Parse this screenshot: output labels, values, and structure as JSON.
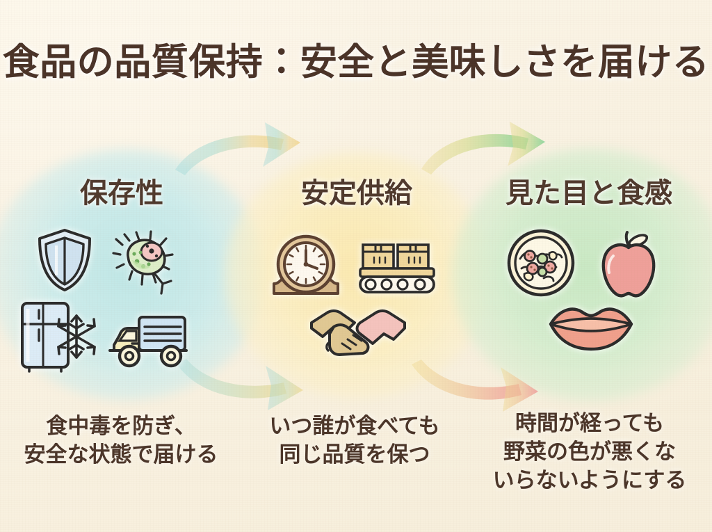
{
  "slide": {
    "title": "食品の品質保持：安全と美味しさを届ける",
    "background_color": "#fbf4e6",
    "title_color": "#4a3328"
  },
  "columns": [
    {
      "id": "preservation",
      "heading": "保存性",
      "caption": "食中毒を防ぎ、\n安全な状態で届ける",
      "blob_color": "#cdeceb",
      "icons": [
        {
          "name": "shield-icon",
          "label": "盾"
        },
        {
          "name": "bacteria-icon",
          "label": "細菌"
        },
        {
          "name": "refrigerator-snowflake-icon",
          "label": "冷蔵庫・雪の結晶"
        },
        {
          "name": "delivery-truck-icon",
          "label": "配送トラック"
        }
      ]
    },
    {
      "id": "stable-supply",
      "heading": "安定供給",
      "caption": "いつ誰が食べても\n同じ品質を保つ",
      "blob_color": "#fbeec1",
      "icons": [
        {
          "name": "mantel-clock-icon",
          "label": "置き時計"
        },
        {
          "name": "conveyor-belt-boxes-icon",
          "label": "ベルトコンベアと箱"
        },
        {
          "name": "handshake-icon",
          "label": "握手"
        }
      ]
    },
    {
      "id": "appearance-texture",
      "heading": "見た目と食感",
      "caption": "時間が経っても\n野菜の色が悪くな\nいらないようにする",
      "blob_color": "#d5edcf",
      "icons": [
        {
          "name": "pizza-plate-icon",
          "label": "ピザ・サラダの皿"
        },
        {
          "name": "apple-icon",
          "label": "りんご"
        },
        {
          "name": "lips-icon",
          "label": "唇"
        }
      ]
    }
  ],
  "arrows": [
    {
      "name": "arrow-top-left-to-middle",
      "from": "保存性",
      "to": "安定供給",
      "position": "top",
      "from_color": "#8fd3d6",
      "to_color": "#f3d893"
    },
    {
      "name": "arrow-top-middle-to-right",
      "from": "安定供給",
      "to": "見た目と食感",
      "position": "top",
      "from_color": "#ecd98a",
      "to_color": "#92d6a0"
    },
    {
      "name": "arrow-bottom-left-to-middle",
      "from": "保存性",
      "to": "安定供給",
      "position": "bottom",
      "from_color": "#9ed7d8",
      "to_color": "#f2dc9c"
    },
    {
      "name": "arrow-bottom-middle-to-right",
      "from": "安定供給",
      "to": "見た目と食感",
      "position": "bottom",
      "from_color": "#efd98f",
      "to_color": "#f0a8a6"
    }
  ]
}
